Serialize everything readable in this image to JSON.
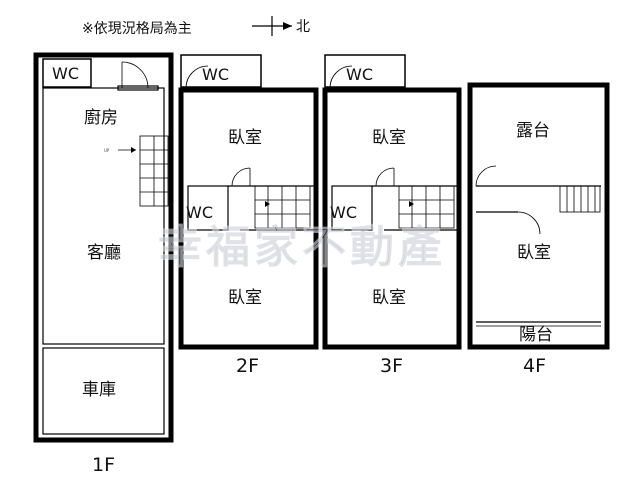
{
  "note": "※依現況格局為主",
  "compass_label": "北",
  "watermark": "幸福家不動產",
  "stair_tag": "UP",
  "floors": {
    "f1": {
      "label": "1F",
      "wc": "WC",
      "kitchen": "廚房",
      "living": "客廳",
      "garage": "車庫"
    },
    "f2": {
      "label": "2F",
      "wc_top": "WC",
      "wc_mid": "WC",
      "bedroom_top": "臥室",
      "bedroom_bottom": "臥室"
    },
    "f3": {
      "label": "3F",
      "wc_top": "WC",
      "wc_mid": "WC",
      "bedroom_top": "臥室",
      "bedroom_bottom": "臥室"
    },
    "f4": {
      "label": "4F",
      "terrace": "露台",
      "bedroom": "臥室",
      "balcony": "陽台"
    }
  }
}
